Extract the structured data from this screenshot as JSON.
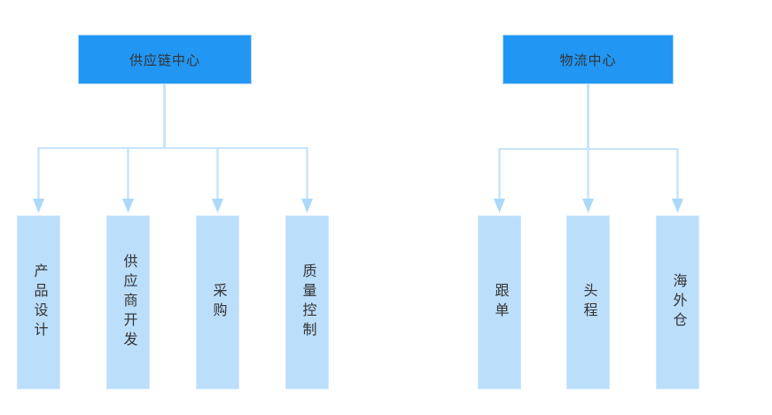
{
  "page": {
    "background": "#ffffff"
  },
  "diagram": {
    "type": "org-chart",
    "colors": {
      "page_bg": "#ffffff",
      "root_fill": "#2196F3",
      "root_border": "#A9D5F8",
      "child_fill": "#BBDEFB",
      "child_border": "#CFE8FC",
      "line": "#C6E4FC",
      "arrow": "#ACD8F9",
      "text": "#333333"
    },
    "trees": [
      {
        "root": {
          "label": "供应链中心"
        },
        "children": [
          {
            "label": "产品设计"
          },
          {
            "label": "供应商开发"
          },
          {
            "label": "采购"
          },
          {
            "label": "质量控制"
          }
        ]
      },
      {
        "root": {
          "label": "物流中心"
        },
        "children": [
          {
            "label": "跟单"
          },
          {
            "label": "头程"
          },
          {
            "label": "海外仓"
          }
        ]
      }
    ]
  }
}
